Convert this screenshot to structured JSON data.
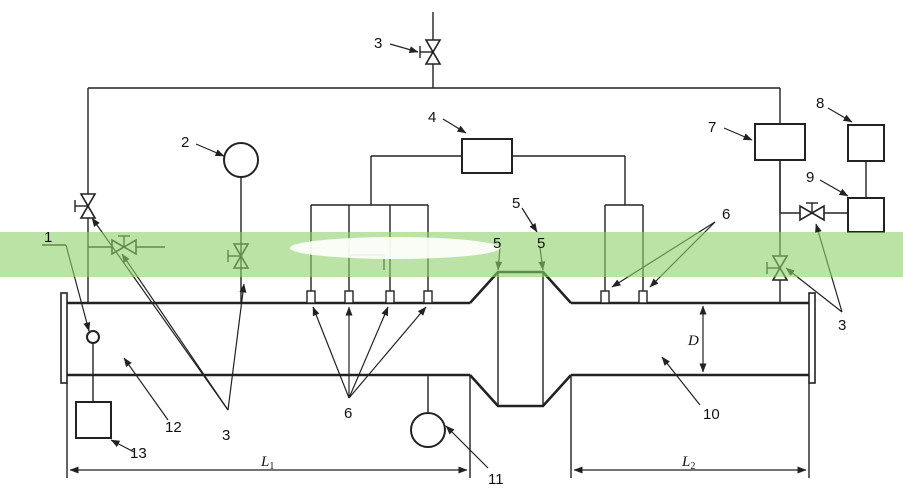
{
  "labels": {
    "n1": "1",
    "n2": "2",
    "n3": "3",
    "n4": "4",
    "n5": "5",
    "n6": "6",
    "n7": "7",
    "n8": "8",
    "n9": "9",
    "n10": "10",
    "n11": "11",
    "n12": "12",
    "n13": "13",
    "D": "D",
    "L1": "L",
    "L1_sub": "1",
    "L2": "L",
    "L2_sub": "2"
  },
  "colors": {
    "line": "#222222",
    "highlight_band": "#8fd16a"
  },
  "highlight_band_opacity": 0.6
}
